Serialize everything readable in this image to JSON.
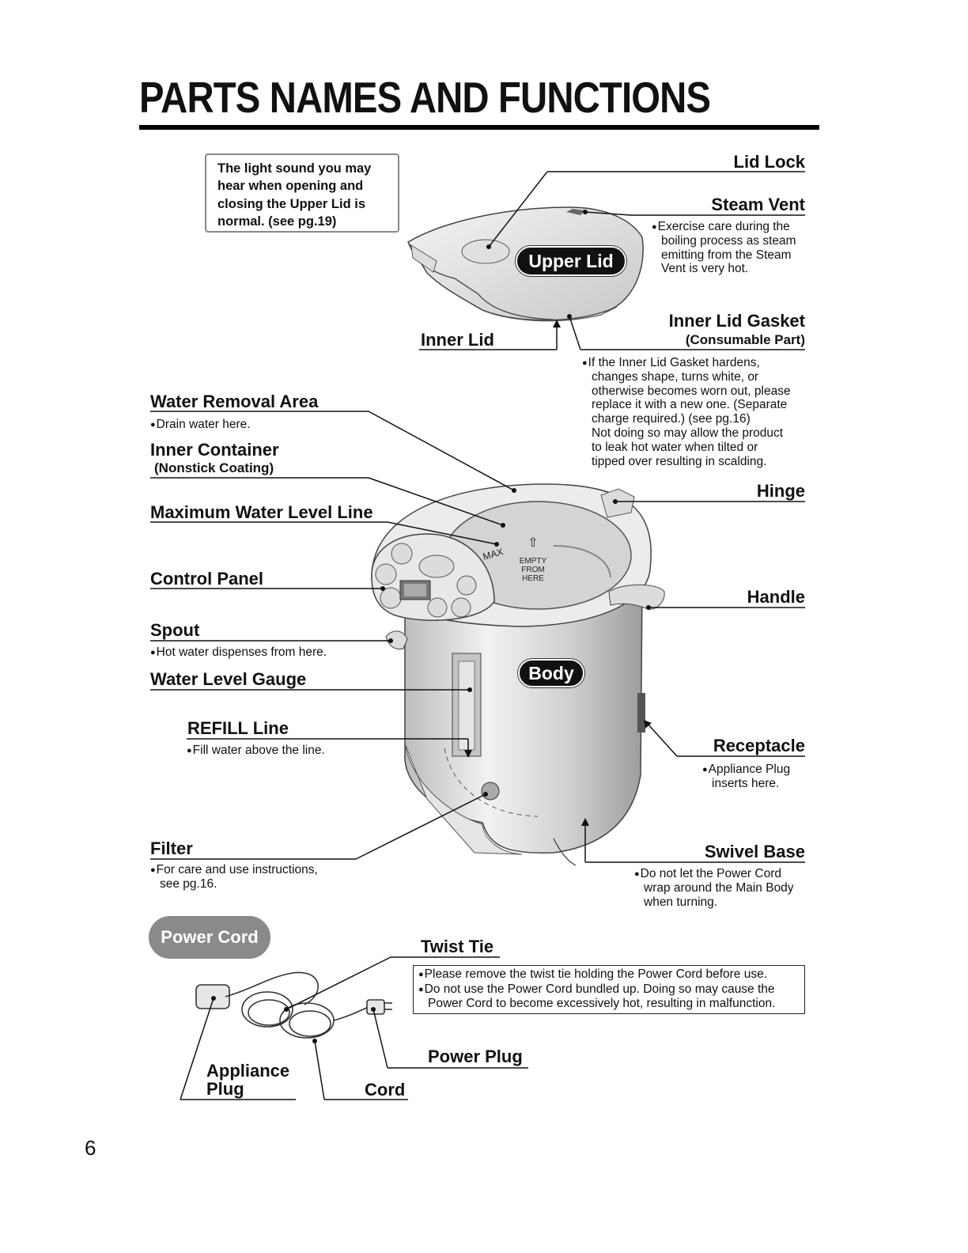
{
  "title": "PARTS NAMES AND FUNCTIONS",
  "page_number": "6",
  "lid_note": [
    "The light sound you may",
    "hear when opening and",
    "closing the Upper Lid is",
    "normal. (see pg.19)"
  ],
  "callouts": {
    "upper_lid": "Upper Lid",
    "body": "Body",
    "power_cord": "Power Cord"
  },
  "labels": {
    "lid_lock": "Lid Lock",
    "steam_vent": "Steam Vent",
    "steam_vent_note": [
      "Exercise care during the",
      "boiling process as steam",
      "emitting from the Steam",
      "Vent is very hot."
    ],
    "inner_lid": "Inner Lid",
    "inner_lid_gasket": "Inner Lid Gasket",
    "inner_lid_gasket_sub": "(Consumable Part)",
    "gasket_note": [
      "If the Inner Lid Gasket hardens,",
      "changes shape, turns white, or",
      "otherwise becomes worn out, please",
      "replace it with a new one. (Separate",
      "charge required.) (see pg.16)",
      "Not doing so may allow the product",
      "to leak hot water when tilted or",
      "tipped over resulting in scalding."
    ],
    "water_removal_area": "Water Removal Area",
    "water_removal_note": "Drain water here.",
    "inner_container": "Inner Container",
    "inner_container_sub": "(Nonstick Coating)",
    "hinge": "Hinge",
    "max_water_level_line": "Maximum Water Level Line",
    "control_panel": "Control Panel",
    "handle": "Handle",
    "spout": "Spout",
    "spout_note": "Hot water dispenses from here.",
    "water_level_gauge": "Water Level Gauge",
    "refill_line": "REFILL Line",
    "refill_note": "Fill water above the line.",
    "receptacle": "Receptacle",
    "receptacle_note": [
      "Appliance Plug",
      "inserts here."
    ],
    "filter": "Filter",
    "filter_note": [
      "For care and use instructions,",
      "see pg.16."
    ],
    "swivel_base": "Swivel Base",
    "swivel_note": [
      "Do not let the Power Cord",
      "wrap around the Main Body",
      "when turning."
    ],
    "twist_tie": "Twist Tie",
    "twist_note": [
      "Please remove the twist tie holding the Power Cord before use.",
      "Do not use the Power Cord bundled up. Doing so may cause the",
      "Power Cord to become excessively hot, resulting in malfunction."
    ],
    "power_plug": "Power Plug",
    "appliance_plug": [
      "Appliance",
      "Plug"
    ],
    "cord": "Cord"
  },
  "interior_marks": {
    "max": "MAX",
    "empty": [
      "EMPTY",
      "FROM",
      "HERE"
    ]
  }
}
